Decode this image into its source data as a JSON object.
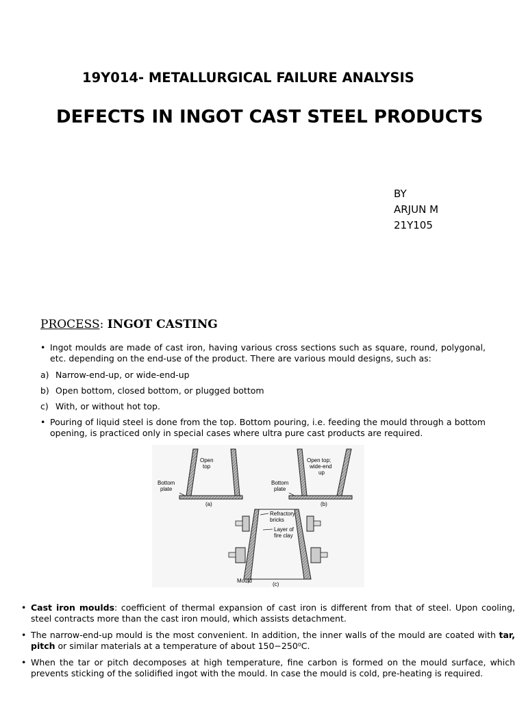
{
  "header": {
    "course": "19Y014- METALLURGICAL FAILURE ANALYSIS",
    "title": "DEFECTS IN INGOT CAST STEEL PRODUCTS",
    "author_by": "BY",
    "author_name": "ARJUN M",
    "author_roll": "21Y105"
  },
  "section": {
    "label": "PROCESS",
    "colon": ":",
    "value": "INGOT CASTING"
  },
  "bullets_top": [
    "Ingot moulds are made of cast iron, having various cross sections such as square, round, polygonal, etc. depending on the end-use of the product. There are various mould designs, such as:",
    "Pouring of liquid steel is done from the top. Bottom pouring, i.e. feeding the mould through a bottom opening, is practiced only in special cases where ultra pure cast products are required."
  ],
  "list": [
    {
      "marker": "a)",
      "text": "Narrow-end-up, or wide-end-up"
    },
    {
      "marker": "b)",
      "text": "Open bottom, closed bottom, or plugged bottom"
    },
    {
      "marker": "c)",
      "text": "With, or without hot top."
    }
  ],
  "diagram": {
    "label_a_top": [
      "Open",
      "top"
    ],
    "label_b_top": [
      "Open top;",
      "wide-end",
      "up"
    ],
    "bottom_plate": [
      "Bottom",
      "plate"
    ],
    "refractory": [
      "Refractory",
      "bricks"
    ],
    "fireclay": [
      "Layer of",
      "fire clay"
    ],
    "mould": "Mould",
    "caption_a": "(a)",
    "caption_b": "(b)",
    "caption_c": "(c)"
  },
  "bullets_bottom": {
    "b1_bold": "Cast iron moulds",
    "b1_rest": ": coefficient of thermal expansion of cast iron is different from that of steel. Upon cooling, steel contracts more than the cast iron mould, which assists detachment.",
    "b2_pre": "The narrow-end-up mould is the most convenient. In addition, the inner walls of the mould are coated with ",
    "b2_bold": "tar, pitch",
    "b2_post": " or similar materials at a temperature of about 150−250⁰C.",
    "b3": "When the tar or pitch decomposes at high temperature, fine carbon is formed on the mould surface, which prevents sticking of the solidified ingot with the mould. In case the mould is cold, pre-heating is required."
  }
}
